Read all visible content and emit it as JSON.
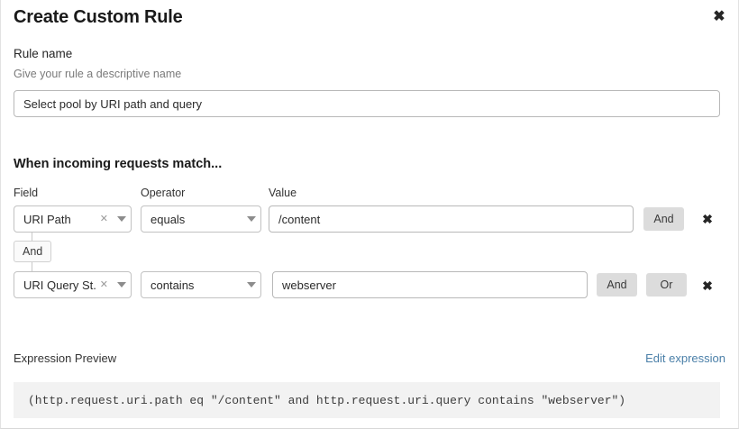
{
  "modal": {
    "title": "Create Custom Rule",
    "close_icon": "close-icon"
  },
  "rule_name": {
    "label": "Rule name",
    "hint": "Give your rule a descriptive name",
    "value": "Select pool by URI path and query"
  },
  "match_section": {
    "title": "When incoming requests match...",
    "columns": {
      "field": "Field",
      "operator": "Operator",
      "value": "Value"
    },
    "connector": {
      "label": "And"
    },
    "rows": [
      {
        "field": "URI Path",
        "field_clear_icon": "clear-icon",
        "field_caret_icon": "chevron-down-icon",
        "operator": "equals",
        "operator_caret_icon": "chevron-down-icon",
        "value": "/content",
        "and_label": "And",
        "or_label": "",
        "delete_icon": "close-icon"
      },
      {
        "field": "URI Query St...",
        "field_clear_icon": "clear-icon",
        "field_caret_icon": "chevron-down-icon",
        "operator": "contains",
        "operator_caret_icon": "chevron-down-icon",
        "value": "webserver",
        "and_label": "And",
        "or_label": "Or",
        "delete_icon": "close-icon"
      }
    ]
  },
  "preview": {
    "label": "Expression Preview",
    "edit_link": "Edit expression",
    "expression": "(http.request.uri.path eq \"/content\" and http.request.uri.query contains \"webserver\")"
  },
  "colors": {
    "link": "#4a7fa8",
    "button_bg": "#dcdcdc",
    "code_bg": "#f2f2f2"
  }
}
